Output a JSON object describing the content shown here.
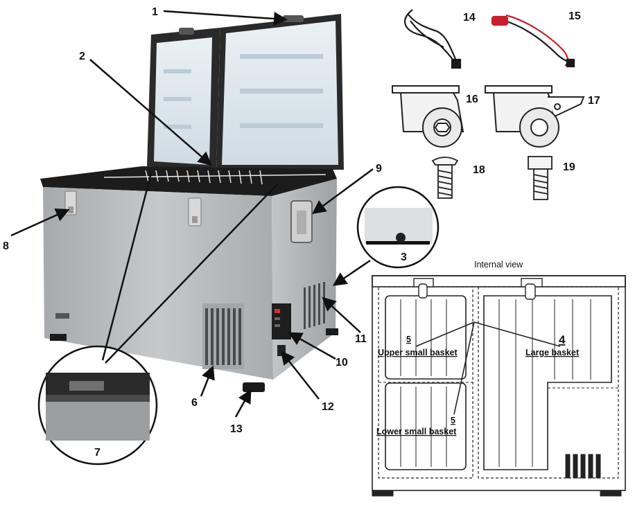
{
  "callouts": {
    "n1": "1",
    "n2": "2",
    "n3": "3",
    "n6": "6",
    "n7": "7",
    "n8": "8",
    "n9": "9",
    "n10": "10",
    "n11": "11",
    "n12": "12",
    "n13": "13",
    "n14": "14",
    "n15": "15",
    "n16": "16",
    "n17": "17",
    "n18": "18",
    "n19": "19"
  },
  "internal_view": {
    "title": "Internal view",
    "upper_num": "5",
    "upper_label": "Upper small basket",
    "large_num": "4",
    "large_label": "Large basket",
    "lower_num": "5",
    "lower_label": "Lower small basket"
  },
  "colors": {
    "body": "#b9bcbf",
    "lid_liner": "#dde6ec",
    "trim": "#1c1c1c",
    "cable_red": "#c8202a"
  }
}
